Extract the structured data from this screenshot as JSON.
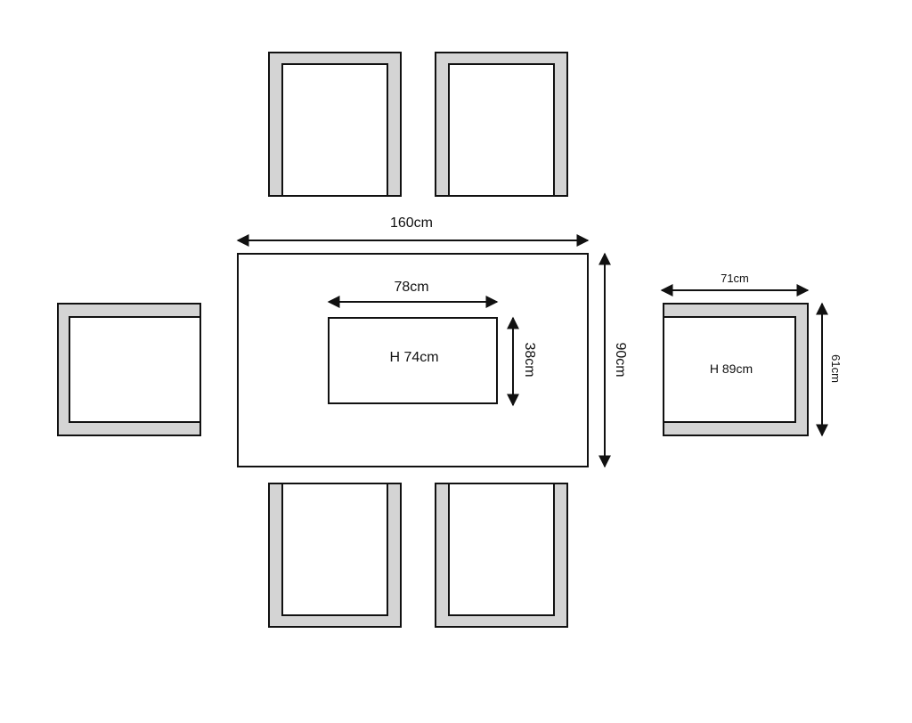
{
  "dimensions": {
    "table_length": "160cm",
    "table_width": "90cm",
    "inner_length": "78cm",
    "inner_width": "38cm",
    "table_height": "H 74cm",
    "chair_width": "71cm",
    "chair_depth": "61cm",
    "chair_height": "H 89cm"
  },
  "colors": {
    "line": "#111111",
    "frame_fill": "#d4d4d4",
    "seat_fill": "#ffffff"
  }
}
